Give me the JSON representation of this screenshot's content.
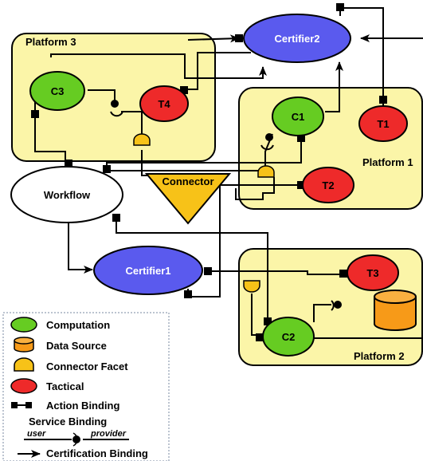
{
  "platforms": {
    "p3": "Platform 3",
    "p1": "Platform 1",
    "p2": "Platform 2"
  },
  "nodes": {
    "certifier2": "Certifier2",
    "certifier1": "Certifier1",
    "workflow": "Workflow",
    "connector": "Connector",
    "c1": "C1",
    "c2": "C2",
    "c3": "C3",
    "t1": "T1",
    "t2": "T2",
    "t3": "T3",
    "t4": "T4"
  },
  "legend": {
    "computation": "Computation",
    "data_source": "Data Source",
    "connector_facet": "Connector Facet",
    "tactical": "Tactical",
    "action_binding": "Action Binding",
    "service_binding": "Service Binding",
    "user": "user",
    "provider": "provider",
    "certification_binding": "Certification Binding"
  },
  "colors": {
    "platform_fill": "#fbf5a8",
    "computation": "#66cc22",
    "tactical": "#ee2a2a",
    "certifier": "#5a5aee",
    "connector": "#f7c218",
    "data_source": "#f79a18"
  }
}
